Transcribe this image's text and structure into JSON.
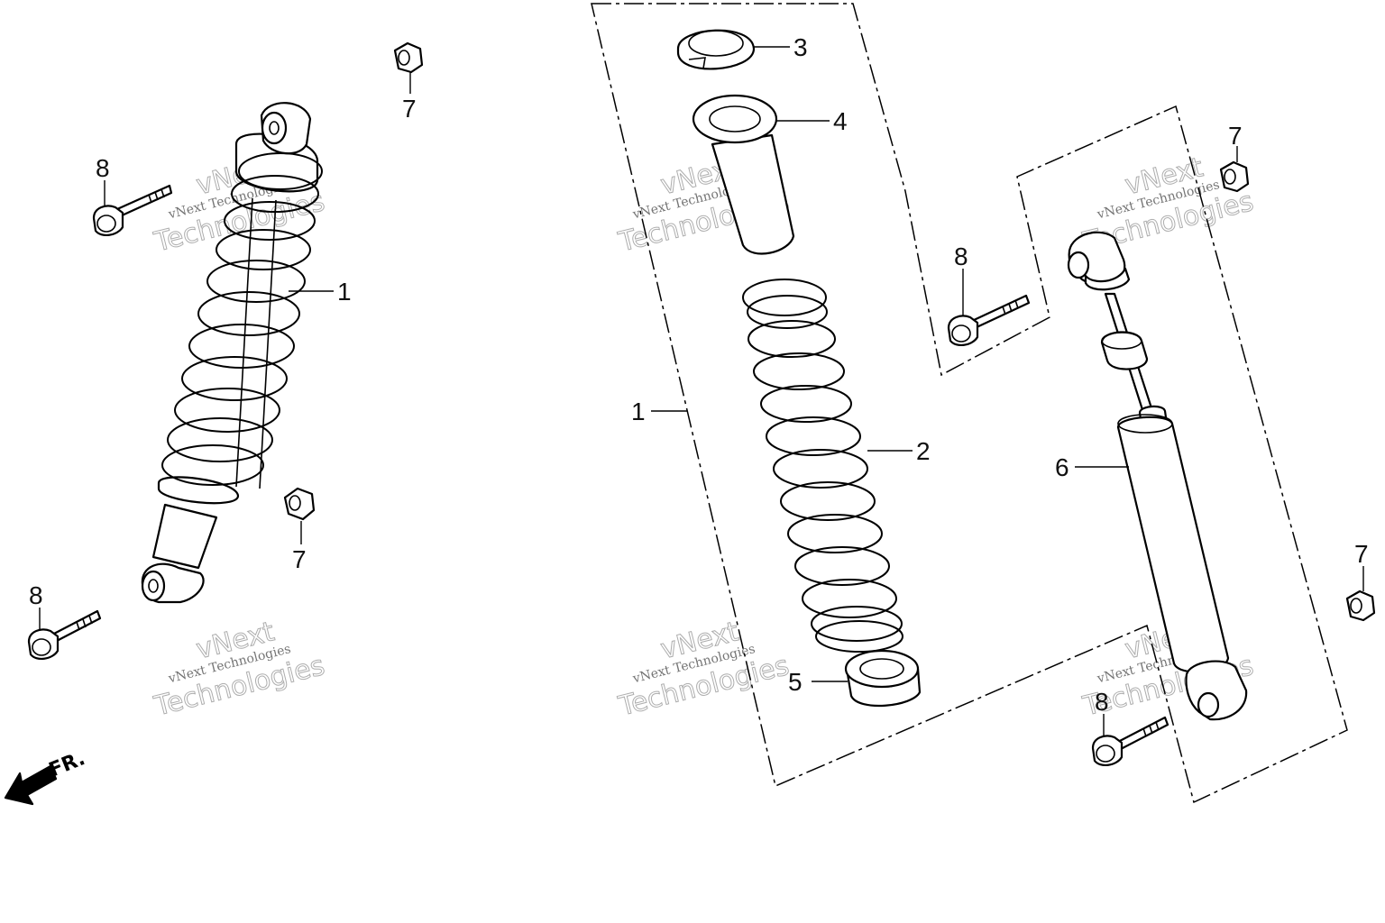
{
  "callouts": {
    "left_shock_1": "1",
    "left_bolt_upper_8": "8",
    "left_bolt_lower_8": "8",
    "left_nut_top_7": "7",
    "left_nut_mid_7": "7",
    "spring_seat_3": "3",
    "bump_stop_cover_4": "4",
    "assembly_1": "1",
    "spring_2": "2",
    "spring_seat_lower_5": "5",
    "damper_6": "6",
    "mid_bolt_8": "8",
    "right_nut_top_7": "7",
    "right_nut_bottom_7": "7",
    "right_bolt_8": "8"
  },
  "watermark": {
    "line1": "vNext Technologies",
    "line2": "vNext",
    "line3": "Technologies"
  },
  "front_marker": {
    "label": "FR."
  }
}
